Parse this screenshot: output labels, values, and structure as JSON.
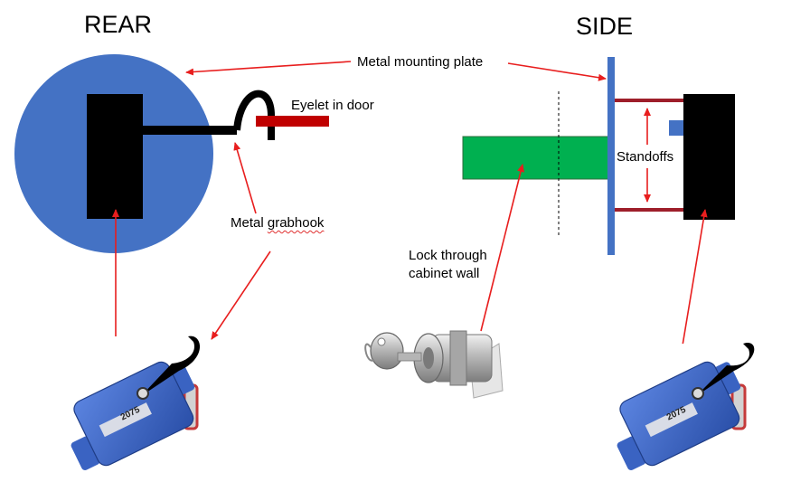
{
  "headings": {
    "rear": "REAR",
    "side": "SIDE"
  },
  "labels": {
    "mounting_plate": "Metal mounting plate",
    "eyelet": "Eyelet in door",
    "grabhook": "Metal grabhook",
    "standoffs": "Standoffs",
    "lock_line1": "Lock through",
    "lock_line2": "cabinet wall"
  },
  "servo_text": "2075",
  "colors": {
    "plate_blue": "#4472c4",
    "arrow_red": "#e81e1e",
    "eyelet_red": "#c00000",
    "standoff_red": "#9e1e2a",
    "lock_green": "#00b050",
    "servo_body": "#3a63c2",
    "black": "#000000"
  }
}
